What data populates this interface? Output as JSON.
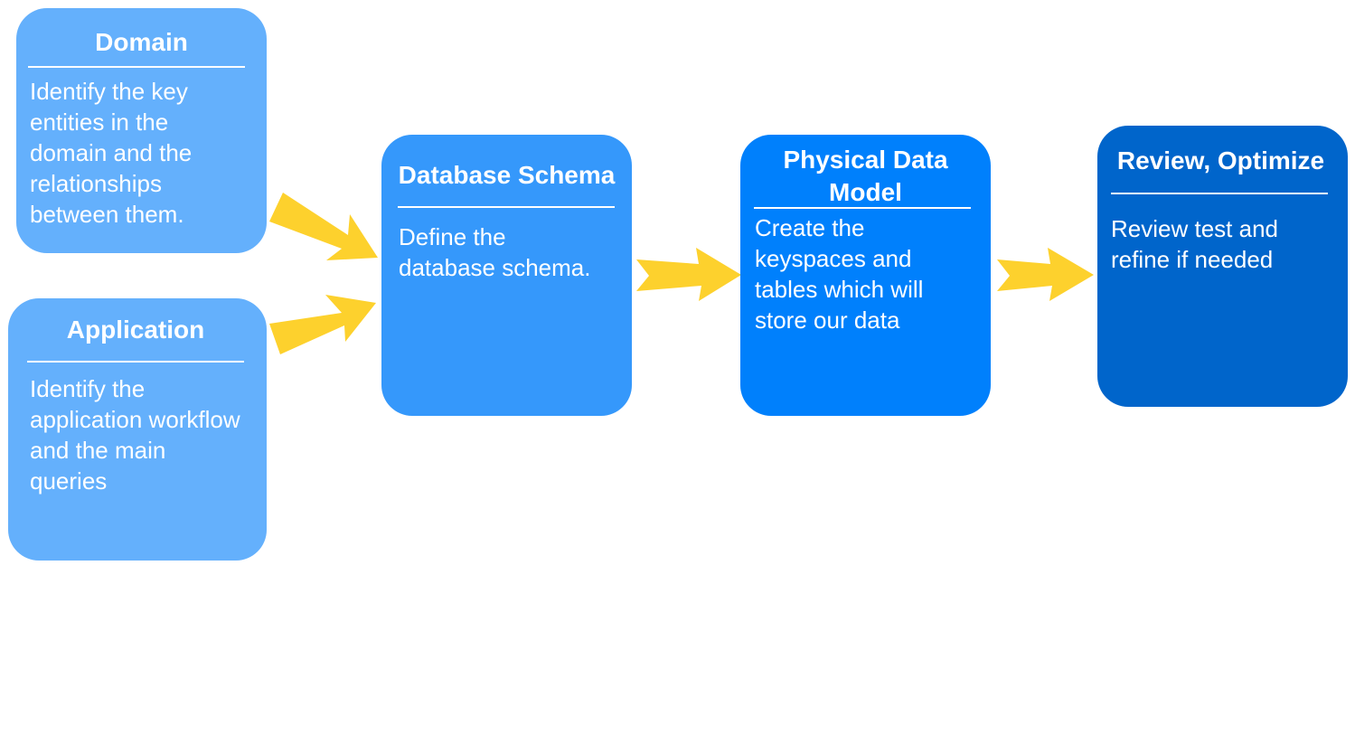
{
  "colors": {
    "domain_box": "#64b0fc",
    "application_box": "#64b0fc",
    "schema_box": "#3598fb",
    "physical_box": "#0080fc",
    "review_box": "#0065cb",
    "arrow": "#fdd12d",
    "text": "#ffffff"
  },
  "domain": {
    "title": "Domain",
    "body_lines": [
      "Identify the key",
      "entities in the",
      "domain and the",
      "relationships",
      "between them."
    ]
  },
  "application": {
    "title": "Application",
    "body_lines": [
      "Identify the",
      "application workflow",
      "and the main",
      "queries"
    ]
  },
  "schema": {
    "title": "Database Schema",
    "body_lines": [
      "Define the",
      "database schema."
    ]
  },
  "physical": {
    "title_lines": [
      "Physical Data",
      "Model"
    ],
    "body_lines": [
      "Create the",
      "keyspaces and",
      "tables which will",
      "store our data"
    ]
  },
  "review": {
    "title": "Review, Optimize",
    "body_lines": [
      "Review test and",
      "refine if needed"
    ]
  },
  "arrows": [
    {
      "name": "domain-to-schema-arrow"
    },
    {
      "name": "application-to-schema-arrow"
    },
    {
      "name": "schema-to-physical-arrow"
    },
    {
      "name": "physical-to-review-arrow"
    }
  ]
}
